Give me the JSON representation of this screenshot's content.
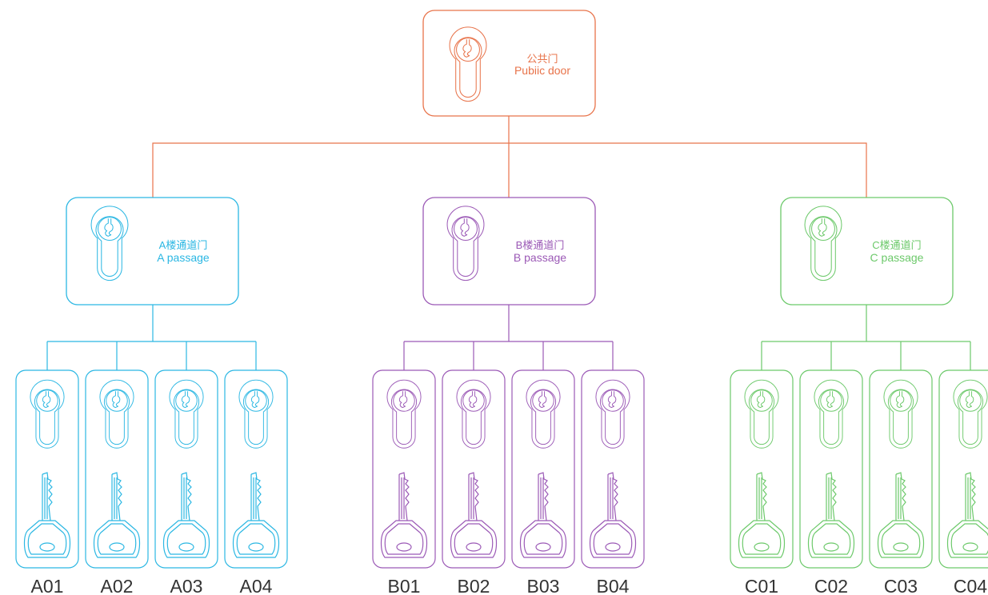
{
  "colors": {
    "public": "#e8734a",
    "a": "#2bb7e3",
    "b": "#9b59b6",
    "c": "#6cc96a"
  },
  "public_door": {
    "title_zh": "公共门",
    "title_en": "Pubiic door",
    "icon": "lock-cylinder-icon"
  },
  "passages": [
    {
      "id": "a",
      "title_zh": "A楼通道门",
      "title_en": "A passage",
      "icon": "lock-cylinder-icon",
      "rooms": [
        "A01",
        "A02",
        "A03",
        "A04"
      ]
    },
    {
      "id": "b",
      "title_zh": "B楼通道门",
      "title_en": "B passage",
      "icon": "lock-cylinder-icon",
      "rooms": [
        "B01",
        "B02",
        "B03",
        "B04"
      ]
    },
    {
      "id": "c",
      "title_zh": "C楼通道门",
      "title_en": "C passage",
      "icon": "lock-cylinder-icon",
      "rooms": [
        "C01",
        "C02",
        "C03",
        "C04"
      ]
    }
  ],
  "room_icons": [
    "lock-cylinder-icon",
    "key-icon"
  ]
}
